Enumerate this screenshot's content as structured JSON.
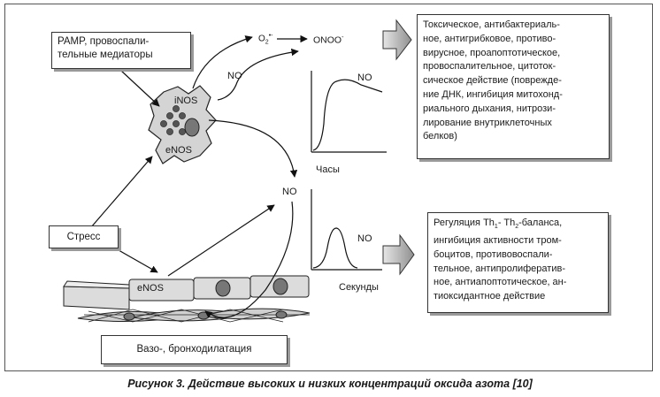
{
  "boxes": {
    "pamp": "PAMP, провоспали-\nтельные медиаторы",
    "stress": "Стресс",
    "vaso": "Вазо-, бронходилатация",
    "toxic": "Токсическое, антибактериаль-\nное, антигрибковое, противо-\nвирусное, проапоптотическое,\nпровоспалительное, цитоток-\nсическое действие (поврежде-\nние ДНК, ингибиция митохонд-\nриального дыхания, нитрози-\nлирование внутриклеточных\nбелков)",
    "reg_line1_pre": "Регуляция Th",
    "reg_sub1": "1",
    "reg_line1_mid": "- Th",
    "reg_sub2": "2",
    "reg_line1_post": "-баланса,",
    "reg_rest": "ингибиция активности тром-\nбоцитов, противовоспали-\nтельное, антипролифератив-\nное, антиапоптотическое, ан-\nтиоксидантное действие"
  },
  "labels": {
    "inos": "iNOS",
    "enos_top": "eNOS",
    "enos_bottom": "eNOS",
    "o2": "O",
    "o2_sub": "2",
    "o2_sup": "•-",
    "onoo": "ONOO",
    "onoo_sup": "-",
    "no_upper": "NO",
    "no_middle": "NO",
    "no_graph1": "NO",
    "no_graph2": "NO",
    "hours": "Часы",
    "seconds": "Секунды"
  },
  "caption": "Рисунок 3. Действие высоких и низких концентраций оксида азота [10]",
  "colors": {
    "cell_fill": "#dcdcdc",
    "box_shadow": "#9a9a9a",
    "big_arrow_fill": "#b5b5b5",
    "dot": "#5a5a5a"
  }
}
